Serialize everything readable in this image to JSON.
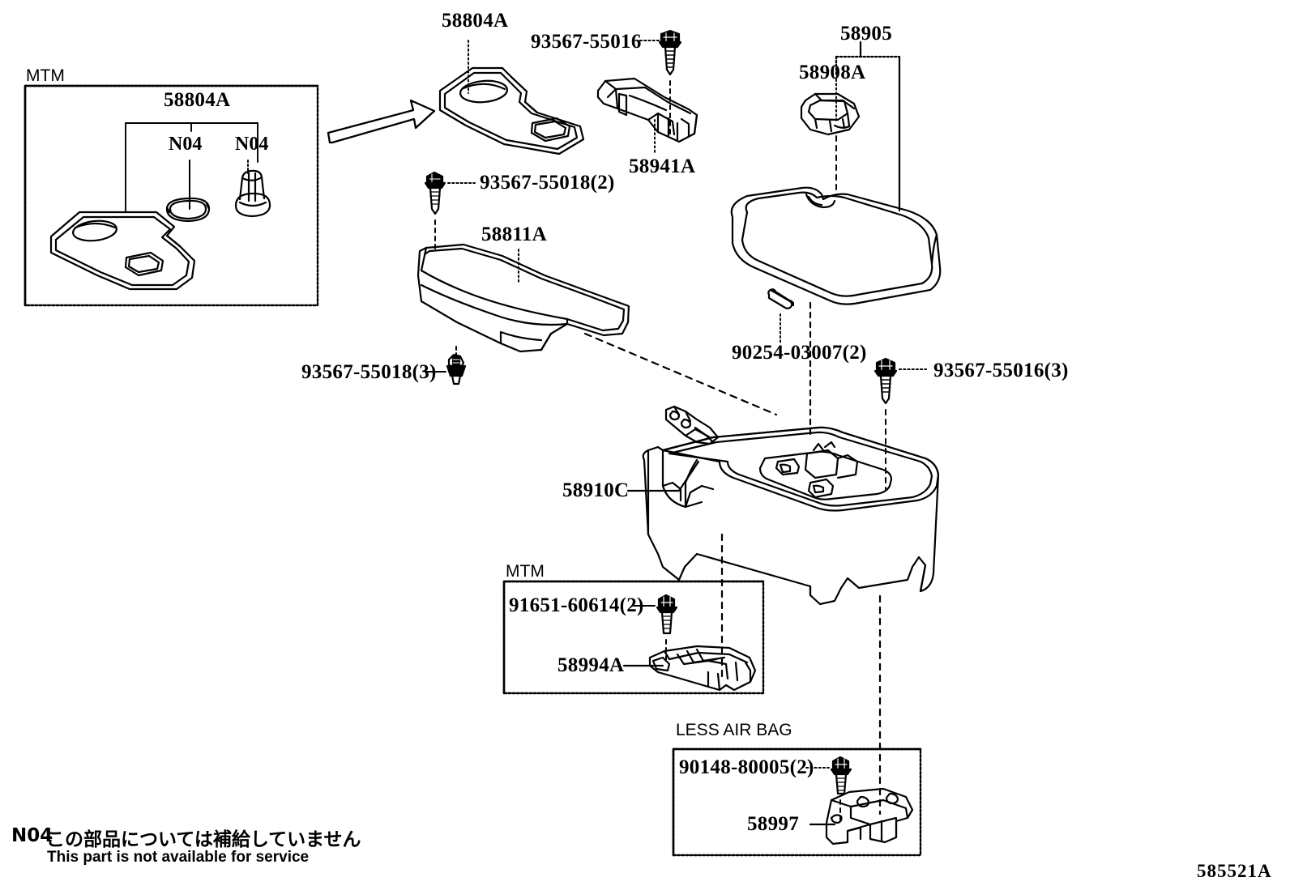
{
  "diagram": {
    "code": "585521A",
    "type": "toyota-console-parts-exploded-view"
  },
  "insets": {
    "mtm_top": {
      "title": "MTM"
    },
    "mtm_bottom": {
      "title": "MTM"
    },
    "less_air_bag": {
      "title": "LESS AIR BAG"
    }
  },
  "labels": {
    "mtm_58804a": "58804A",
    "n04_left": "N04",
    "n04_right": "N04",
    "panel_58804a": "58804A",
    "screw_93567_55016": "93567-55016",
    "clip_58941a": "58941A",
    "bracket_58905": "58905",
    "latch_58908a": "58908A",
    "screw_93567_55018_2": "93567-55018(2)",
    "trim_58811a": "58811A",
    "screw_93567_55018_3": "93567-55018(3)",
    "pin_90254_03007": "90254-03007(2)",
    "screw_93567_55016_3": "93567-55016(3)",
    "console_58910c": "58910C",
    "bolt_91651_60614": "91651-60614(2)",
    "bracket_58994a": "58994A",
    "bolt_90148_80005": "90148-80005(2)",
    "bracket_58997": "58997"
  },
  "footnote": {
    "mark": "N04",
    "japanese": "この部品については補給していません",
    "english": "This part is not available for service"
  },
  "colors": {
    "line": "#000000",
    "background": "#ffffff"
  }
}
